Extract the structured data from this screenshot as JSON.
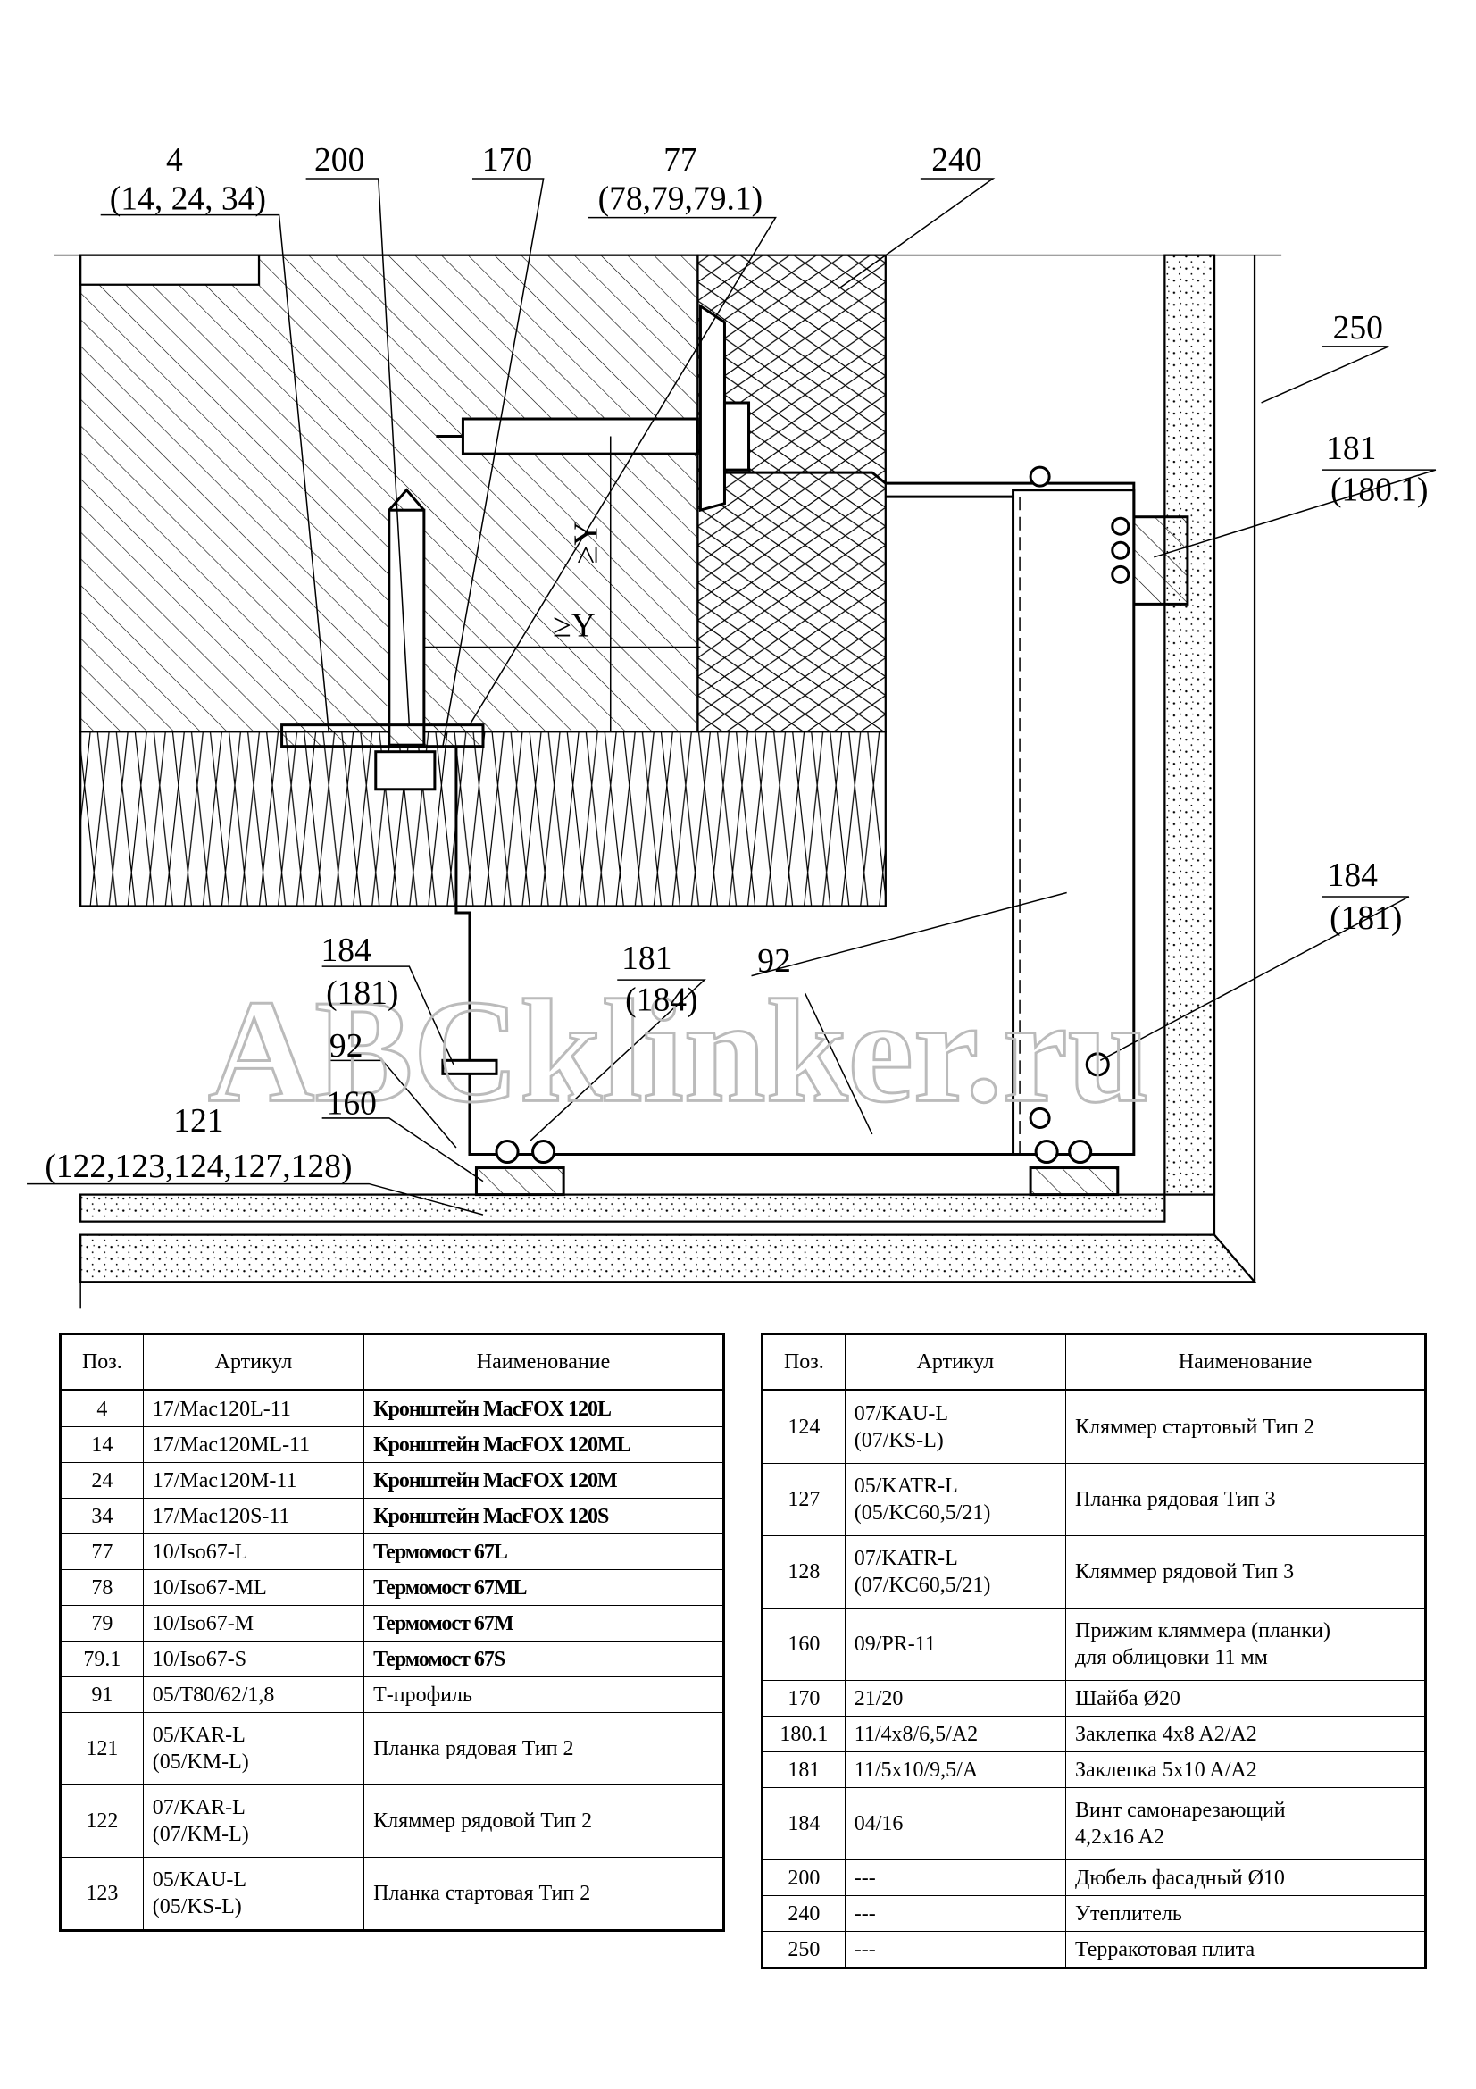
{
  "drawing": {
    "callouts": {
      "c4": "4",
      "c4_alt": "(14, 24, 34)",
      "c200": "200",
      "c170": "170",
      "c77": "77",
      "c77_alt": "(78,79,79.1)",
      "c240": "240",
      "c250": "250",
      "c181_top": "181",
      "c181_top_alt": "(180.1)",
      "c184_right": "184",
      "c184_right_alt": "(181)",
      "c184_left": "184",
      "c184_left_alt": "(181)",
      "c181_mid": "181",
      "c181_mid_alt": "(184)",
      "c92_mid": "92",
      "c92_left": "92",
      "c160": "160",
      "c121": "121",
      "c121_alt": "(122,123,124,127,128)",
      "dim_y_horizontal": "≥Y",
      "dim_y_vertical": "≥Y"
    },
    "watermark": "ABCklinker.ru"
  },
  "tables": {
    "headers": {
      "pos": "Поз.",
      "article": "Артикул",
      "name": "Наименование"
    },
    "left": [
      {
        "pos": "4",
        "article": "17/Mac120L-11",
        "name": "Кронштейн MacFOX  120L"
      },
      {
        "pos": "14",
        "article": "17/Mac120ML-11",
        "name": "Кронштейн MacFOX 120ML"
      },
      {
        "pos": "24",
        "article": "17/Mac120M-11",
        "name": "Кронштейн MacFOX  120M"
      },
      {
        "pos": "34",
        "article": "17/Mac120S-11",
        "name": "Кронштейн MacFOX 120S"
      },
      {
        "pos": "77",
        "article": "10/Iso67-L",
        "name": "Термомост 67L"
      },
      {
        "pos": "78",
        "article": "10/Iso67-ML",
        "name": "Термомост 67ML"
      },
      {
        "pos": "79",
        "article": "10/Iso67-M",
        "name": "Термомост 67M"
      },
      {
        "pos": "79.1",
        "article": "10/Iso67-S",
        "name": "Термомост 67S"
      },
      {
        "pos": "91",
        "article": "05/T80/62/1,8",
        "name": "Т-профиль"
      },
      {
        "pos": "121",
        "article": "05/KAR-L",
        "article2": "(05/KM-L)",
        "name": "Планка рядовая Тип 2"
      },
      {
        "pos": "122",
        "article": "07/KAR-L",
        "article2": "(07/KM-L)",
        "name": "Кляммер рядовой Тип 2"
      },
      {
        "pos": "123",
        "article": "05/KAU-L",
        "article2": "(05/KS-L)",
        "name": "Планка стартовая Тип 2"
      }
    ],
    "right": [
      {
        "pos": "124",
        "article": "07/KAU-L",
        "article2": "(07/KS-L)",
        "name": "Кляммер стартовый Тип 2"
      },
      {
        "pos": "127",
        "article": "05/KATR-L",
        "article2": "(05/KC60,5/21)",
        "name": "Планка рядовая Тип 3"
      },
      {
        "pos": "128",
        "article": "07/KATR-L",
        "article2": "(07/KC60,5/21)",
        "name": "Кляммер рядовой Тип 3"
      },
      {
        "pos": "160",
        "article": "09/PR-11",
        "name": "Прижим кляммера (планки)",
        "name2": "для облицовки 11 мм"
      },
      {
        "pos": "170",
        "article": "21/20",
        "name": "Шайба Ø20"
      },
      {
        "pos": "180.1",
        "article": "11/4x8/6,5/A2",
        "name": "Заклепка 4x8  A2/A2"
      },
      {
        "pos": "181",
        "article": "11/5x10/9,5/A",
        "name": "Заклепка 5x10  A/A2"
      },
      {
        "pos": "184",
        "article": "04/16",
        "name": "Винт самонарезающий",
        "name2": "4,2x16 A2"
      },
      {
        "pos": "200",
        "article": "---",
        "name": "Дюбель фасадный Ø10"
      },
      {
        "pos": "240",
        "article": "---",
        "name": "Утеплитель"
      },
      {
        "pos": "250",
        "article": "---",
        "name": "Терракотовая плита"
      }
    ]
  }
}
